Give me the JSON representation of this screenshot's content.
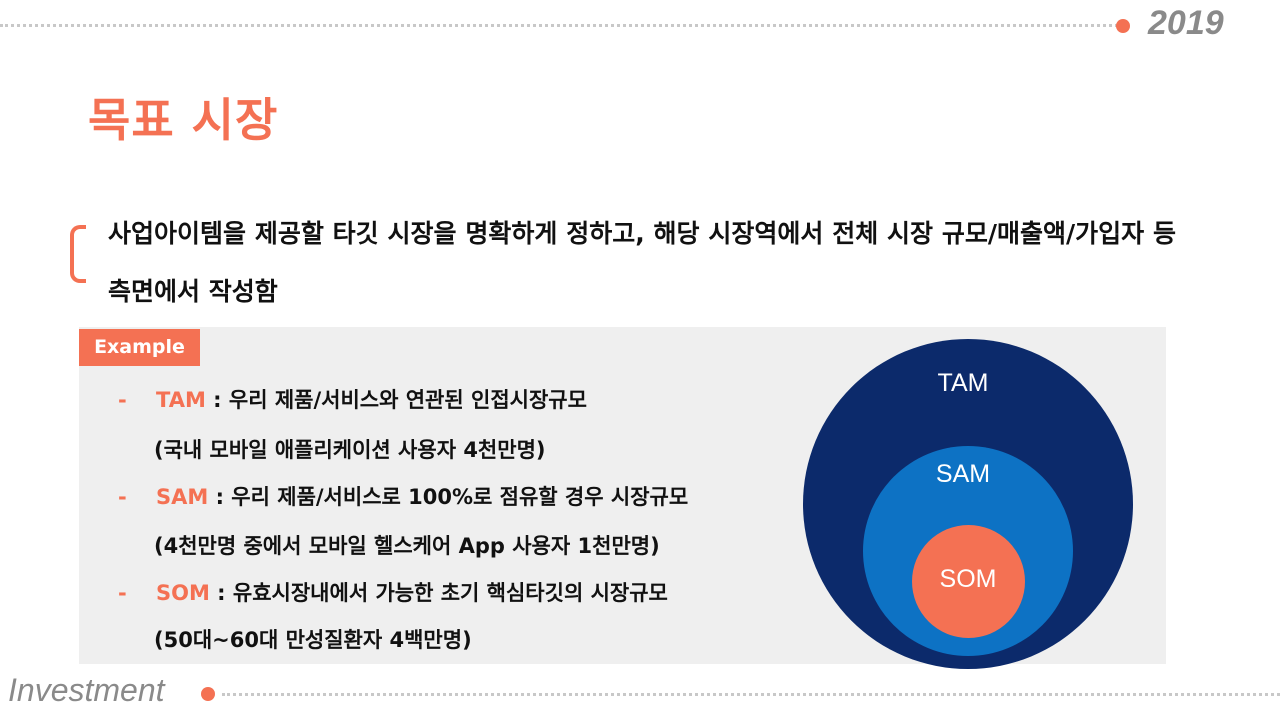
{
  "header": {
    "year": "2019"
  },
  "title": "목표 시장",
  "description": "사업아이템을 제공할 타깃 시장을 명확하게 정하고, 해당 시장역에서 전체 시장 규모/매출액/가입자 등 측면에서 작성함",
  "example": {
    "tag": "Example",
    "items": [
      {
        "dash": "-",
        "term": "TAM",
        "text": " : 우리 제품/서비스와 연관된 인접시장규모",
        "sub": "(국내 모바일 애플리케이션 사용자 4천만명)"
      },
      {
        "dash": "-",
        "term": "SAM",
        "text": " : 우리 제품/서비스로 100%로 점유할 경우 시장규모",
        "sub": "(4천만명 중에서 모바일 헬스케어 App 사용자 1천만명)"
      },
      {
        "dash": "-",
        "term": "SOM",
        "text": " : 유효시장내에서 가능한 초기 핵심타깃의 시장규모",
        "sub": "(50대~60대 만성질환자 4백만명)"
      }
    ]
  },
  "diagram": {
    "outer": "TAM",
    "middle": "SAM",
    "inner": "SOM"
  },
  "footer": {
    "label": "Investment"
  },
  "colors": {
    "accent": "#f47153",
    "tam": "#0c2a6b",
    "sam": "#0d72c4",
    "som": "#f47153"
  }
}
